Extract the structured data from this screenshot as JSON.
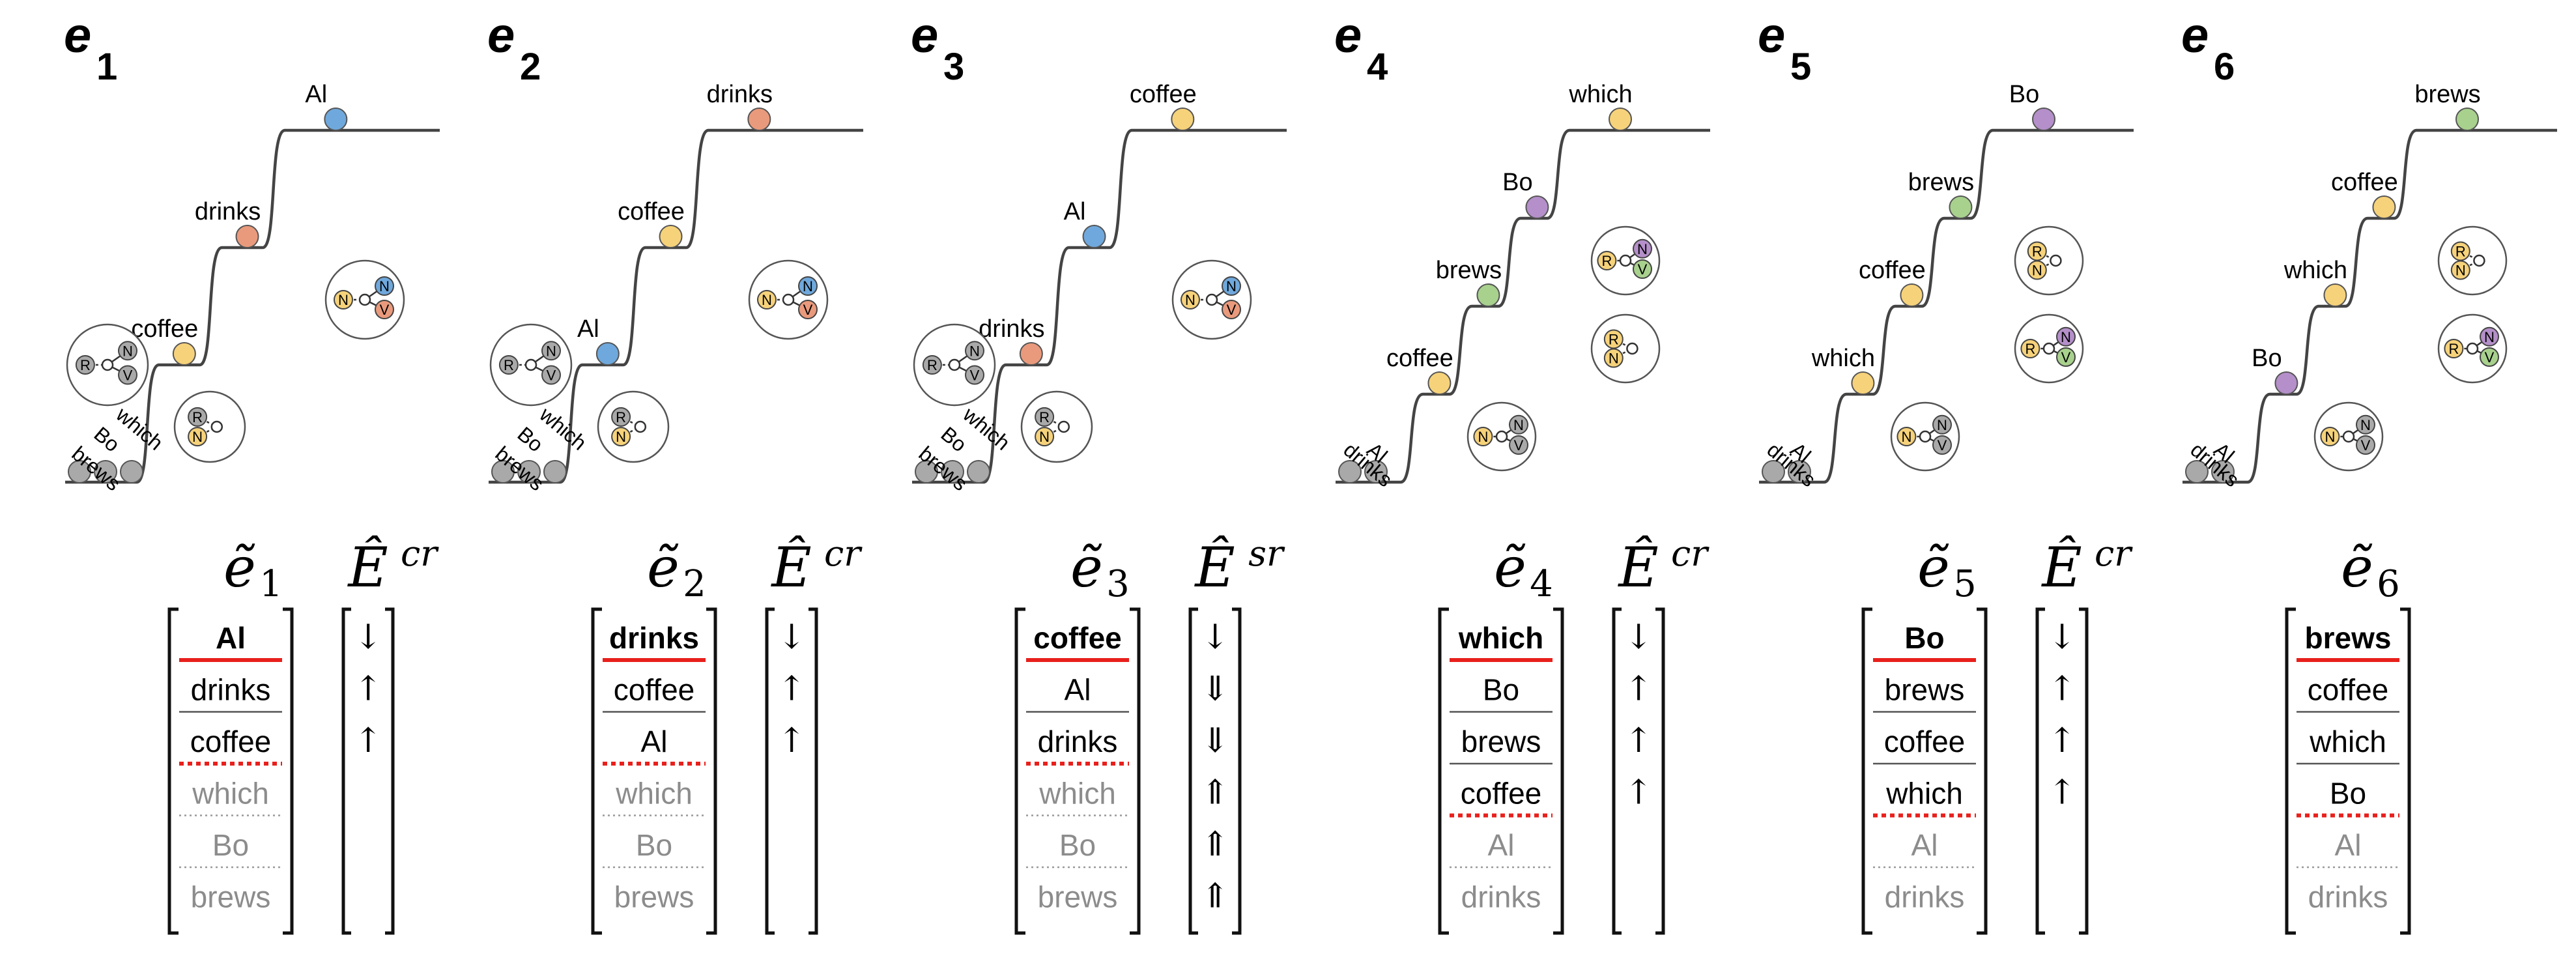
{
  "colors": {
    "Al": "#6fa8dc",
    "drinks": "#ea9a7c",
    "coffee": "#f6d27a",
    "which": "#f6d27a",
    "Bo": "#b48fc9",
    "brews": "#a8d18d",
    "gray": "#a9a9a9",
    "red": "#e8201c",
    "line": "#444444",
    "muted": "#8c8c8c"
  },
  "slot_letters": {
    "R": "R",
    "N": "N",
    "V": "V"
  },
  "panels": [
    {
      "id": "e1",
      "label": "e",
      "sub": "1",
      "steps": [
        {
          "word": "coffee",
          "color": "coffee"
        },
        {
          "word": "drinks",
          "color": "drinks"
        },
        {
          "word": "Al",
          "color": "Al"
        }
      ],
      "grounded": [
        "brews",
        "Bo",
        "which"
      ],
      "groundedStyle": "diag",
      "circles": [
        {
          "shape": "tri",
          "nodes": [
            [
              "R",
              "gray"
            ],
            [
              "N",
              "gray"
            ],
            [
              "V",
              "gray"
            ]
          ]
        },
        {
          "shape": "rn",
          "nodes": [
            [
              "R",
              "gray"
            ],
            [
              "N",
              "coffee"
            ]
          ]
        },
        {
          "shape": "tri",
          "nodes": [
            [
              "N",
              "coffee"
            ],
            [
              "N",
              "Al"
            ],
            [
              "V",
              "drinks"
            ]
          ]
        }
      ],
      "matrix": {
        "title": "ẽ",
        "sub": "1",
        "rows": [
          {
            "w": "Al",
            "bold": true
          },
          {
            "w": "drinks"
          },
          {
            "w": "coffee"
          },
          {
            "w": "which",
            "muted": true
          },
          {
            "w": "Bo",
            "muted": true
          },
          {
            "w": "brews",
            "muted": true
          }
        ],
        "seps": [
          "red",
          "solid",
          "reddot",
          "dot",
          "dot"
        ]
      },
      "arrows": {
        "title": "Ê",
        "sup": "cr",
        "items": [
          "↓",
          "↑",
          "↑"
        ]
      }
    },
    {
      "id": "e2",
      "label": "e",
      "sub": "2",
      "steps": [
        {
          "word": "Al",
          "color": "Al"
        },
        {
          "word": "coffee",
          "color": "coffee"
        },
        {
          "word": "drinks",
          "color": "drinks"
        }
      ],
      "grounded": [
        "brews",
        "Bo",
        "which"
      ],
      "groundedStyle": "diag",
      "circles": [
        {
          "shape": "tri",
          "nodes": [
            [
              "R",
              "gray"
            ],
            [
              "N",
              "gray"
            ],
            [
              "V",
              "gray"
            ]
          ]
        },
        {
          "shape": "rn",
          "nodes": [
            [
              "R",
              "gray"
            ],
            [
              "N",
              "coffee"
            ]
          ]
        },
        {
          "shape": "tri",
          "nodes": [
            [
              "N",
              "coffee"
            ],
            [
              "N",
              "Al"
            ],
            [
              "V",
              "drinks"
            ]
          ]
        }
      ],
      "matrix": {
        "title": "ẽ",
        "sub": "2",
        "rows": [
          {
            "w": "drinks",
            "bold": true
          },
          {
            "w": "coffee"
          },
          {
            "w": "Al"
          },
          {
            "w": "which",
            "muted": true
          },
          {
            "w": "Bo",
            "muted": true
          },
          {
            "w": "brews",
            "muted": true
          }
        ],
        "seps": [
          "red",
          "solid",
          "reddot",
          "dot",
          "dot"
        ]
      },
      "arrows": {
        "title": "Ê",
        "sup": "cr",
        "items": [
          "↓",
          "↑",
          "↑"
        ]
      }
    },
    {
      "id": "e3",
      "label": "e",
      "sub": "3",
      "steps": [
        {
          "word": "drinks",
          "color": "drinks"
        },
        {
          "word": "Al",
          "color": "Al"
        },
        {
          "word": "coffee",
          "color": "coffee"
        }
      ],
      "grounded": [
        "brews",
        "Bo",
        "which"
      ],
      "groundedStyle": "diag",
      "circles": [
        {
          "shape": "tri",
          "nodes": [
            [
              "R",
              "gray"
            ],
            [
              "N",
              "gray"
            ],
            [
              "V",
              "gray"
            ]
          ]
        },
        {
          "shape": "rn",
          "nodes": [
            [
              "R",
              "gray"
            ],
            [
              "N",
              "coffee"
            ]
          ]
        },
        {
          "shape": "tri",
          "nodes": [
            [
              "N",
              "coffee"
            ],
            [
              "N",
              "Al"
            ],
            [
              "V",
              "drinks"
            ]
          ]
        }
      ],
      "matrix": {
        "title": "ẽ",
        "sub": "3",
        "rows": [
          {
            "w": "coffee",
            "bold": true
          },
          {
            "w": "Al"
          },
          {
            "w": "drinks"
          },
          {
            "w": "which",
            "muted": true
          },
          {
            "w": "Bo",
            "muted": true
          },
          {
            "w": "brews",
            "muted": true
          }
        ],
        "seps": [
          "red",
          "solid",
          "reddot",
          "dot",
          "dot"
        ]
      },
      "arrows": {
        "title": "Ê",
        "sup": "sr",
        "items": [
          "↓",
          "⇓",
          "⇓",
          "⇑",
          "⇑",
          "⇑"
        ]
      }
    },
    {
      "id": "e4",
      "label": "e",
      "sub": "4",
      "steps": [
        {
          "word": "coffee",
          "color": "coffee"
        },
        {
          "word": "brews",
          "color": "brews"
        },
        {
          "word": "Bo",
          "color": "Bo"
        },
        {
          "word": "which",
          "color": "which"
        }
      ],
      "grounded": [
        "drinks",
        "Al"
      ],
      "groundedStyle": "flat",
      "circles": [
        {
          "shape": "tri",
          "nodes": [
            [
              "N",
              "coffee"
            ],
            [
              "N",
              "gray"
            ],
            [
              "V",
              "gray"
            ]
          ]
        },
        {
          "shape": "rn",
          "nodes": [
            [
              "R",
              "coffee"
            ],
            [
              "N",
              "coffee"
            ]
          ]
        },
        {
          "shape": "tri",
          "nodes": [
            [
              "R",
              "coffee"
            ],
            [
              "N",
              "Bo"
            ],
            [
              "V",
              "brews"
            ]
          ]
        }
      ],
      "matrix": {
        "title": "ẽ",
        "sub": "4",
        "rows": [
          {
            "w": "which",
            "bold": true
          },
          {
            "w": "Bo"
          },
          {
            "w": "brews"
          },
          {
            "w": "coffee"
          },
          {
            "w": "Al",
            "muted": true
          },
          {
            "w": "drinks",
            "muted": true
          }
        ],
        "seps": [
          "red",
          "solid",
          "solid",
          "reddot",
          "dot"
        ]
      },
      "arrows": {
        "title": "Ê",
        "sup": "cr",
        "items": [
          "↓",
          "↑",
          "↑",
          "↑"
        ]
      }
    },
    {
      "id": "e5",
      "label": "e",
      "sub": "5",
      "steps": [
        {
          "word": "which",
          "color": "which"
        },
        {
          "word": "coffee",
          "color": "coffee"
        },
        {
          "word": "brews",
          "color": "brews"
        },
        {
          "word": "Bo",
          "color": "Bo"
        }
      ],
      "grounded": [
        "drinks",
        "Al"
      ],
      "groundedStyle": "flat",
      "circles": [
        {
          "shape": "tri",
          "nodes": [
            [
              "N",
              "coffee"
            ],
            [
              "N",
              "gray"
            ],
            [
              "V",
              "gray"
            ]
          ]
        },
        {
          "shape": "tri",
          "nodes": [
            [
              "R",
              "coffee"
            ],
            [
              "N",
              "Bo"
            ],
            [
              "V",
              "brews"
            ]
          ]
        },
        {
          "shape": "rn",
          "nodes": [
            [
              "R",
              "coffee"
            ],
            [
              "N",
              "coffee"
            ]
          ]
        }
      ],
      "matrix": {
        "title": "ẽ",
        "sub": "5",
        "rows": [
          {
            "w": "Bo",
            "bold": true
          },
          {
            "w": "brews"
          },
          {
            "w": "coffee"
          },
          {
            "w": "which"
          },
          {
            "w": "Al",
            "muted": true
          },
          {
            "w": "drinks",
            "muted": true
          }
        ],
        "seps": [
          "red",
          "solid",
          "solid",
          "reddot",
          "dot"
        ]
      },
      "arrows": {
        "title": "Ê",
        "sup": "cr",
        "items": [
          "↓",
          "↑",
          "↑",
          "↑"
        ]
      }
    },
    {
      "id": "e6",
      "label": "e",
      "sub": "6",
      "steps": [
        {
          "word": "Bo",
          "color": "Bo"
        },
        {
          "word": "which",
          "color": "which"
        },
        {
          "word": "coffee",
          "color": "coffee"
        },
        {
          "word": "brews",
          "color": "brews"
        }
      ],
      "grounded": [
        "drinks",
        "Al"
      ],
      "groundedStyle": "flat",
      "circles": [
        {
          "shape": "tri",
          "nodes": [
            [
              "N",
              "coffee"
            ],
            [
              "N",
              "gray"
            ],
            [
              "V",
              "gray"
            ]
          ]
        },
        {
          "shape": "tri",
          "nodes": [
            [
              "R",
              "coffee"
            ],
            [
              "N",
              "Bo"
            ],
            [
              "V",
              "brews"
            ]
          ]
        },
        {
          "shape": "rn",
          "nodes": [
            [
              "R",
              "coffee"
            ],
            [
              "N",
              "coffee"
            ]
          ]
        }
      ],
      "matrix": {
        "title": "ẽ",
        "sub": "6",
        "rows": [
          {
            "w": "brews",
            "bold": true
          },
          {
            "w": "coffee"
          },
          {
            "w": "which"
          },
          {
            "w": "Bo"
          },
          {
            "w": "Al",
            "muted": true
          },
          {
            "w": "drinks",
            "muted": true
          }
        ],
        "seps": [
          "red",
          "solid",
          "solid",
          "reddot",
          "dot"
        ]
      },
      "arrows": null
    }
  ]
}
